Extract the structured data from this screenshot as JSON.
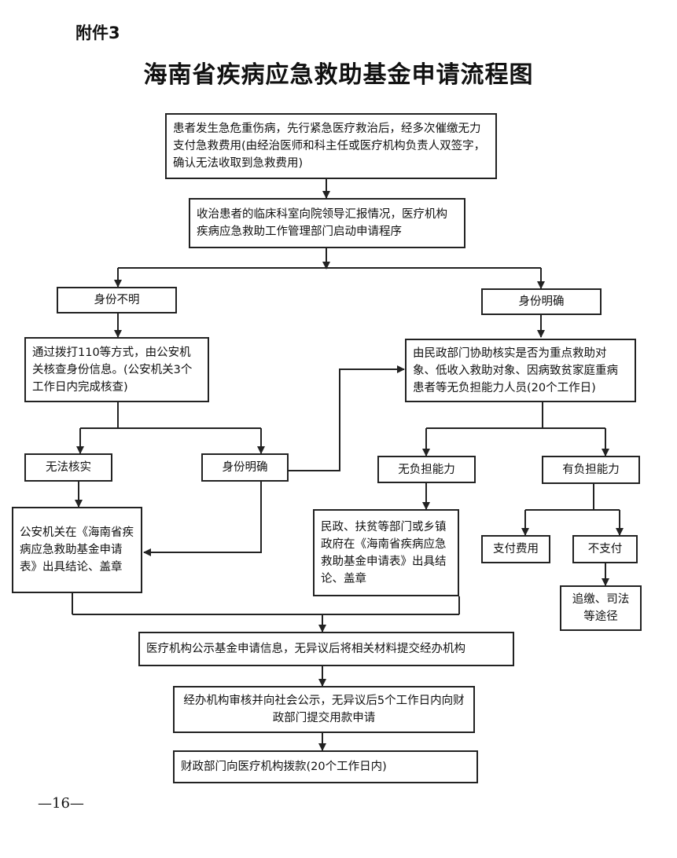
{
  "header": {
    "attachment": "附件3",
    "title": "海南省疾病应急救助基金申请流程图"
  },
  "nodes": {
    "start": "患者发生急危重伤病，先行紧急医疗救治后，经多次催缴无力支付急救费用(由经治医师和科主任或医疗机构负责人双签字，确认无法收取到急救费用)",
    "report": "收治患者的临床科室向院领导汇报情况，医疗机构疾病应急救助工作管理部门启动申请程序",
    "identity_unknown": "身份不明",
    "identity_known": "身份明确",
    "police_check": "通过拨打110等方式，由公安机关核查身份信息。(公安机关3个工作日内完成核查)",
    "civil_check": "由民政部门协助核实是否为重点救助对象、低收入救助对象、因病致贫家庭重病患者等无负担能力人员(20个工作日)",
    "cannot_verify": "无法核实",
    "identity_known_2": "身份明确",
    "no_capacity": "无负担能力",
    "has_capacity": "有负担能力",
    "police_conclusion": "公安机关在《海南省疾病应急救助基金申请表》出具结论、盖章",
    "civil_conclusion": "民政、扶贫等部门或乡镇政府在《海南省疾病应急救助基金申请表》出具结论、盖章",
    "pay_fees": "支付费用",
    "not_pay": "不支付",
    "recover": "追缴、司法等途径",
    "publicize": "医疗机构公示基金申请信息，无异议后将相关材料提交经办机构",
    "agency_review": "经办机构审核并向社会公示，无异议后5个工作日内向财政部门提交用款申请",
    "finance_pay": "财政部门向医疗机构拨款(20个工作日内)"
  },
  "footer": {
    "page_number": "—16—"
  }
}
